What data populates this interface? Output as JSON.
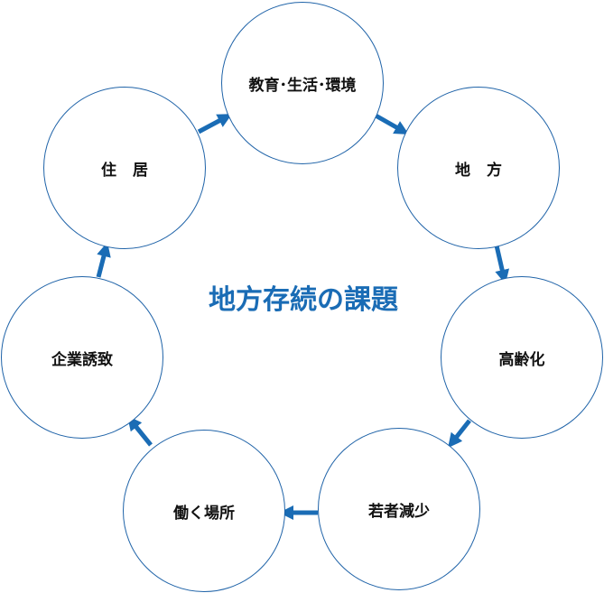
{
  "diagram": {
    "title": "地方存続の課題",
    "nodes": [
      {
        "id": "education",
        "label": "教育･生活･環境"
      },
      {
        "id": "region",
        "label": "地方"
      },
      {
        "id": "aging",
        "label": "高齢化"
      },
      {
        "id": "youth-decline",
        "label": "若者減少"
      },
      {
        "id": "workplace",
        "label": "働く場所"
      },
      {
        "id": "business-attraction",
        "label": "企業誘致"
      },
      {
        "id": "housing",
        "label": "住居"
      }
    ],
    "cycle_order": [
      "education",
      "region",
      "aging",
      "youth-decline",
      "workplace",
      "business-attraction",
      "housing",
      "education"
    ],
    "colors": {
      "circle_border": "#1f63a8",
      "arrow": "#1a6cb5",
      "title": "#1a6cb5",
      "node_text": "#111111"
    }
  }
}
